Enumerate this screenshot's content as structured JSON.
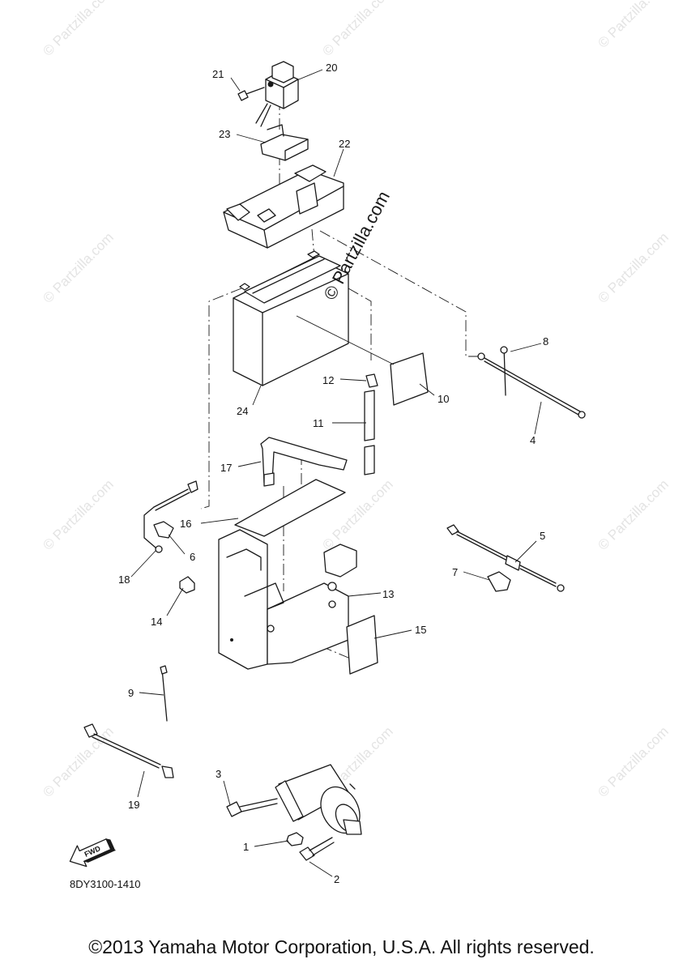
{
  "diagram": {
    "watermark_text": "© Partzilla.com",
    "center_watermark": "© Partzilla.com",
    "part_code": "8DY3100-1410",
    "fwd_label": "FWD",
    "callouts": [
      {
        "id": "c1",
        "label": "1"
      },
      {
        "id": "c2",
        "label": "2"
      },
      {
        "id": "c3",
        "label": "3"
      },
      {
        "id": "c4",
        "label": "4"
      },
      {
        "id": "c5",
        "label": "5"
      },
      {
        "id": "c6",
        "label": "6"
      },
      {
        "id": "c7",
        "label": "7"
      },
      {
        "id": "c8",
        "label": "8"
      },
      {
        "id": "c9",
        "label": "9"
      },
      {
        "id": "c10",
        "label": "10"
      },
      {
        "id": "c11",
        "label": "11"
      },
      {
        "id": "c12",
        "label": "12"
      },
      {
        "id": "c13",
        "label": "13"
      },
      {
        "id": "c14",
        "label": "14"
      },
      {
        "id": "c15",
        "label": "15"
      },
      {
        "id": "c16",
        "label": "16"
      },
      {
        "id": "c17",
        "label": "17"
      },
      {
        "id": "c18",
        "label": "18"
      },
      {
        "id": "c19",
        "label": "19"
      },
      {
        "id": "c20",
        "label": "20"
      },
      {
        "id": "c21",
        "label": "21"
      },
      {
        "id": "c22",
        "label": "22"
      },
      {
        "id": "c23",
        "label": "23"
      },
      {
        "id": "c24",
        "label": "24"
      }
    ]
  },
  "footer": {
    "copyright": "©2013 Yamaha Motor Corporation, U.S.A. All rights reserved."
  }
}
